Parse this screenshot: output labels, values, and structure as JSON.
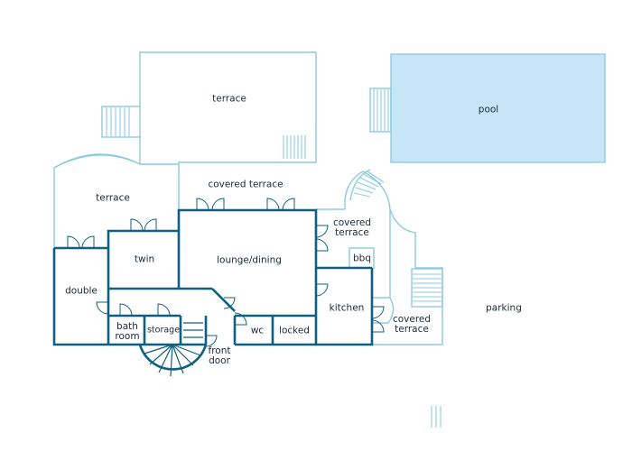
{
  "labels": {
    "terrace_top": "terrace",
    "pool": "pool",
    "terrace_left": "terrace",
    "covered_terrace_top": "covered terrace",
    "covered_terrace_right_1": "covered",
    "covered_terrace_right_2": "terrace",
    "twin": "twin",
    "lounge_dining": "lounge/dining",
    "bbq": "bbq",
    "double": "double",
    "kitchen": "kitchen",
    "parking": "parking",
    "covered_terrace_bottom_1": "covered",
    "covered_terrace_bottom_2": "terrace",
    "bathroom_1": "bath",
    "bathroom_2": "room",
    "storage": "storage",
    "wc": "wc",
    "locked": "locked",
    "front_door_1": "front",
    "front_door_2": "door"
  },
  "colors": {
    "interior_wall": "#0f5f80",
    "exterior_line": "#8ecbe0",
    "pool_fill": "#c6e6f7",
    "text": "#1b2a35"
  }
}
